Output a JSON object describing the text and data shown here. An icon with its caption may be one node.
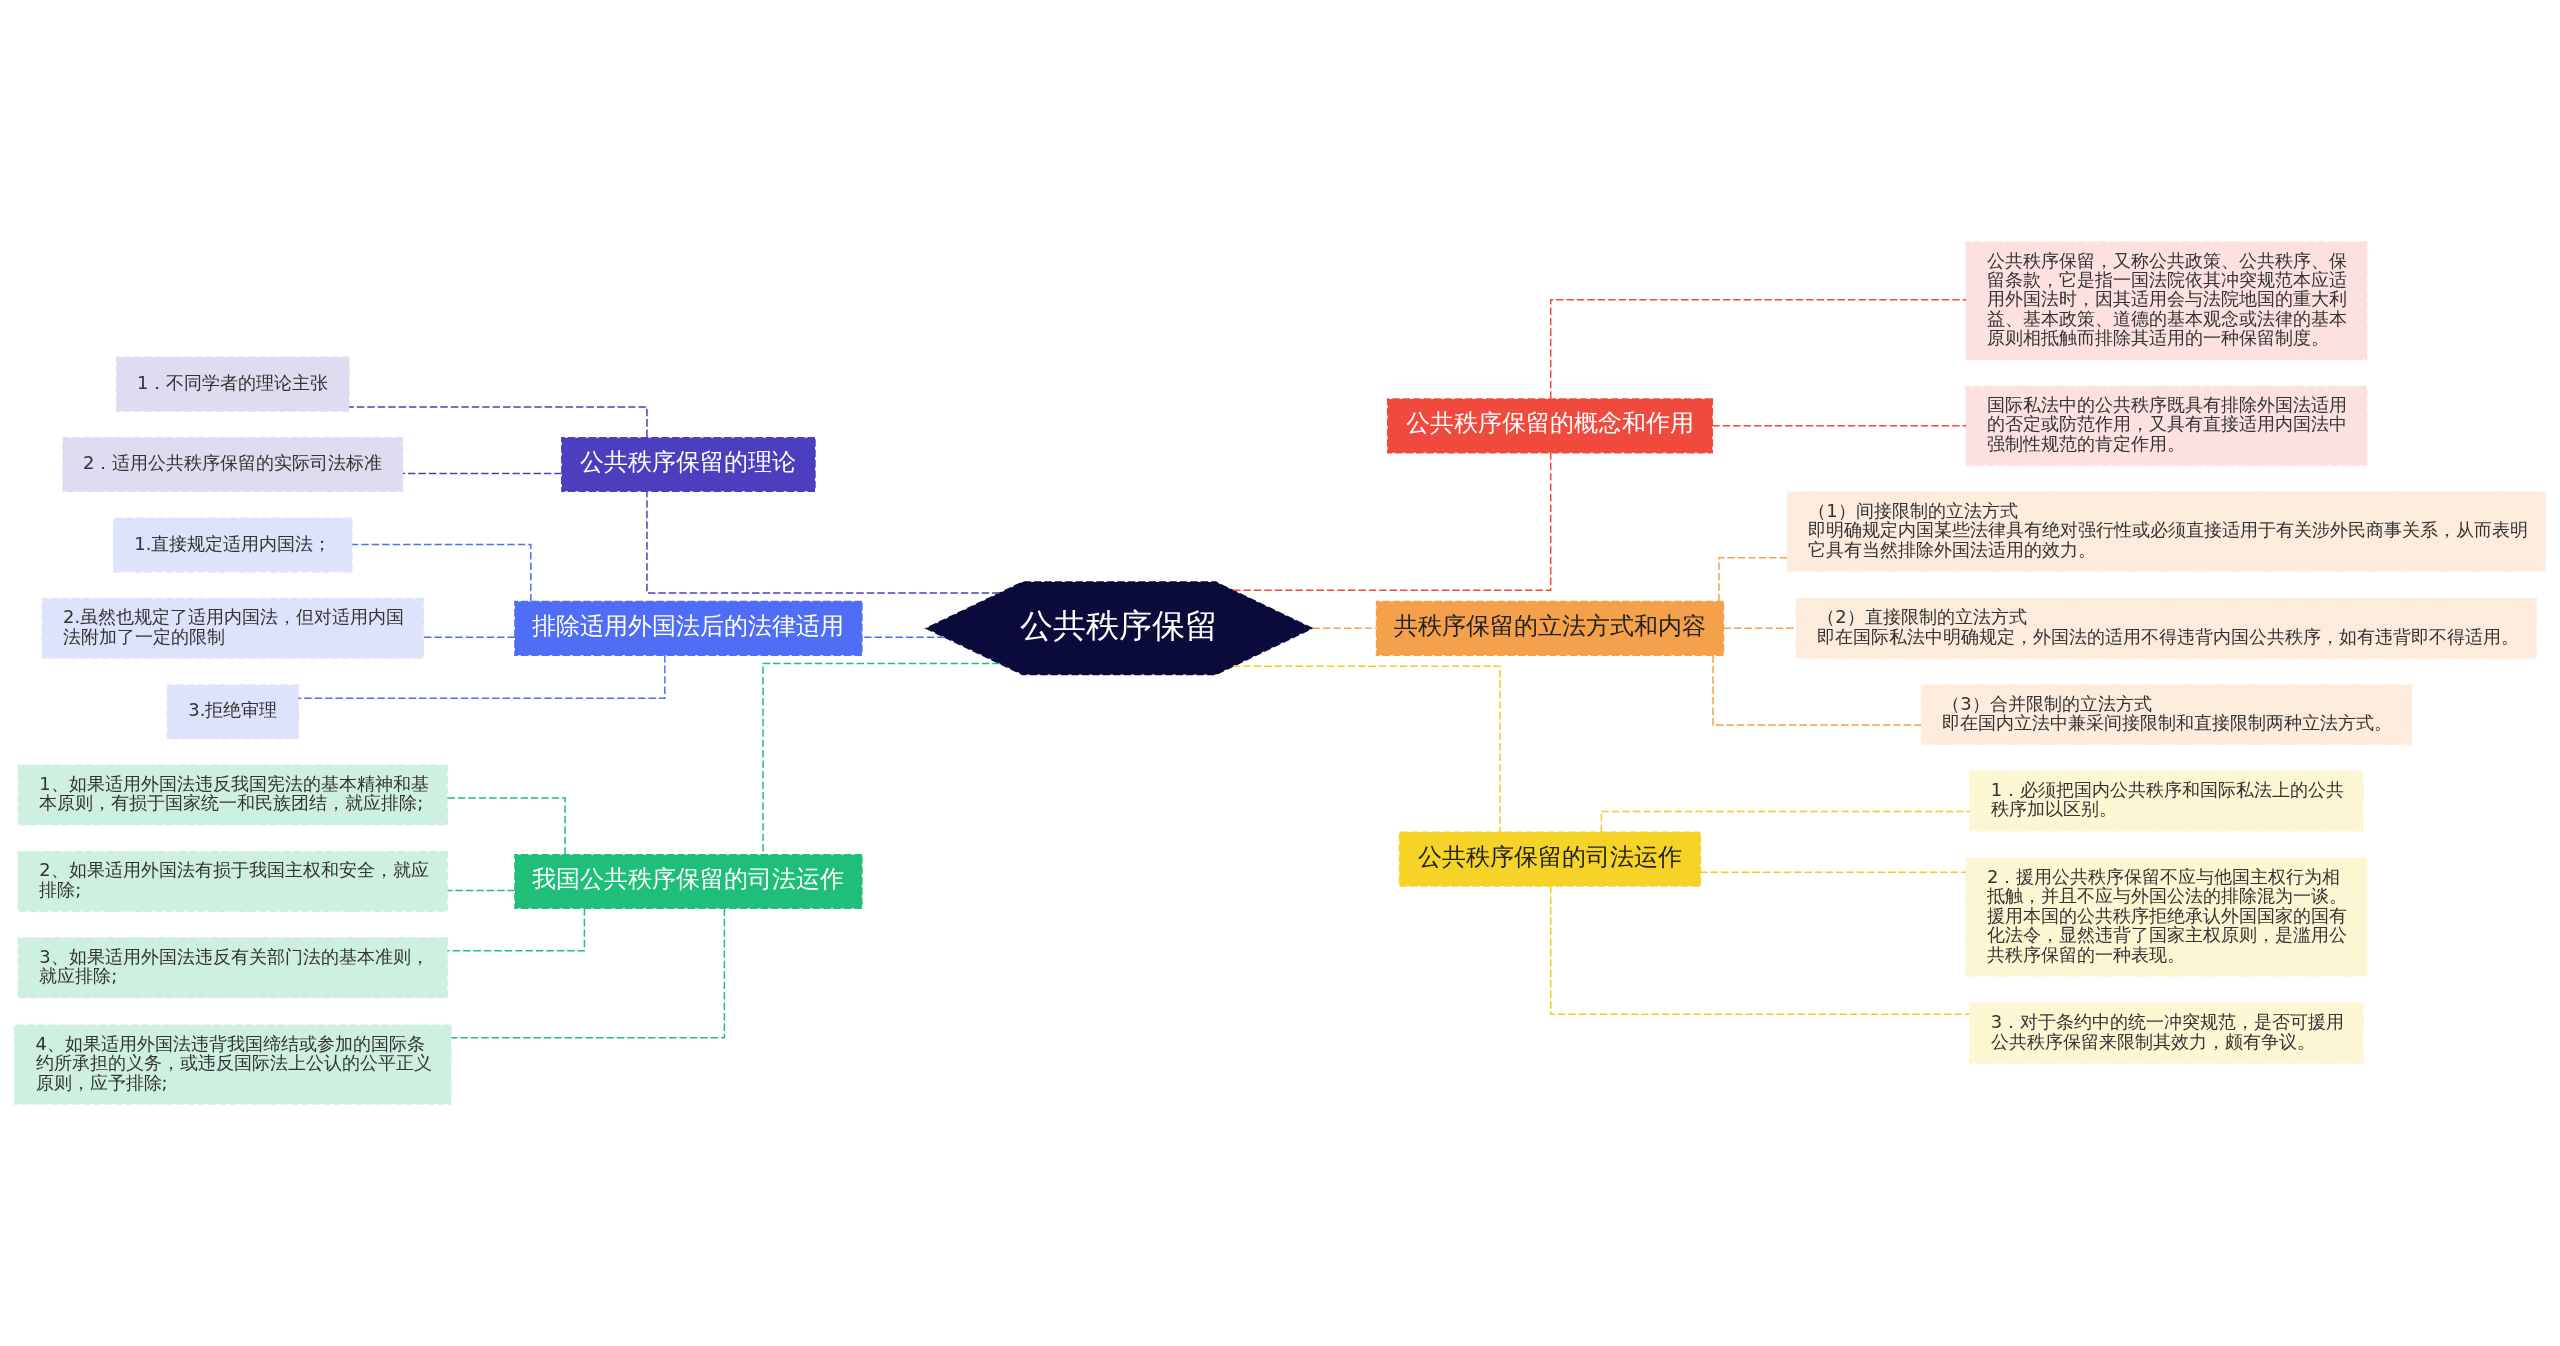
{
  "diagram": {
    "nodes": [
      {
        "text": [
          "公共秩序保留"
        ]
      },
      {
        "text": [
          "公共秩序保留的概念和作用"
        ]
      },
      {
        "text": [
          "公共秩序保留，又称公共政策、公共秩序、保留条款，它是指一国法院依其冲突规范本应适用外国法时，因其适用会与法院地国的重大利益、基本政策、道德的基本观念或法律的基本原则相抵触而排除其适用的一种保留制度。"
        ]
      },
      {
        "text": [
          "国际私法中的公共秩序既具有排除外国法适用的否定或防范作用，又具有直接适用内国法中强制性规范的肯定作用。"
        ]
      },
      {
        "text": [
          "共秩序保留的立法方式和内容"
        ]
      },
      {
        "text": [
          "（1）间接限制的立法方式",
          "即明确规定内国某些法律具有绝对强行性或必须直接适用于有关涉外民商事关系，从而表明它具有当然排除外国法适用的效力。"
        ]
      },
      {
        "text": [
          "（2）直接限制的立法方式",
          "即在国际私法中明确规定，外国法的适用不得违背内国公共秩序，如有违背即不得适用。"
        ]
      },
      {
        "text": [
          "（3）合并限制的立法方式",
          "即在国内立法中兼采间接限制和直接限制两种立法方式。"
        ]
      },
      {
        "text": [
          "公共秩序保留的司法运作"
        ]
      },
      {
        "text": [
          "1．必须把国内公共秩序和国际私法上的公共秩序加以区别。"
        ]
      },
      {
        "text": [
          "2．援用公共秩序保留不应与他国主权行为相抵触，并且不应与外国公法的排除混为一谈。援用本国的公共秩序拒绝承认外国国家的国有化法令，显然违背了国家主权原则，是滥用公共秩序保留的一种表现。"
        ]
      },
      {
        "text": [
          "3．对于条约中的统一冲突规范，是否可援用公共秩序保留来限制其效力，颇有争议。"
        ]
      },
      {
        "text": [
          "公共秩序保留的理论"
        ]
      },
      {
        "text": [
          "1．不同学者的理论主张"
        ]
      },
      {
        "text": [
          "2．适用公共秩序保留的实际司法标准"
        ]
      },
      {
        "text": [
          "排除适用外国法后的法律适用"
        ]
      },
      {
        "text": [
          "1.直接规定适用内国法；"
        ]
      },
      {
        "text": [
          "2.虽然也规定了适用内国法，但对适用内国法附加了一定的限制"
        ]
      },
      {
        "text": [
          "3.拒绝审理"
        ]
      },
      {
        "text": [
          "我国公共秩序保留的司法运作"
        ]
      },
      {
        "text": [
          "1、如果适用外国法违反我国宪法的基本精神和基本原则，有损于国家统一和民族团结，就应排除;"
        ]
      },
      {
        "text": [
          "2、如果适用外国法有损于我国主权和安全，就应排除;"
        ]
      },
      {
        "text": [
          "3、如果适用外国法违反有关部门法的基本准则，就应排除;"
        ]
      },
      {
        "text": [
          "4、如果适用外国法违背我国缔结或参加的国际条约所承担的义务，或违反国际法上公认的公平正义原则，应予排除;"
        ]
      }
    ],
    "edges": [
      {
        "from": 0,
        "to": 1,
        "arrow": "none",
        "style": "dashed",
        "color": "#f04a3e"
      },
      {
        "from": 1,
        "to": 2,
        "arrow": "none",
        "style": "dashed",
        "color": "#f04a3e"
      },
      {
        "from": 1,
        "to": 3,
        "arrow": "none",
        "style": "dashed",
        "color": "#f04a3e"
      },
      {
        "from": 0,
        "to": 4,
        "arrow": "none",
        "style": "dashed",
        "color": "#f5a04a"
      },
      {
        "from": 4,
        "to": 5,
        "arrow": "none",
        "style": "dashed",
        "color": "#f5a04a"
      },
      {
        "from": 4,
        "to": 6,
        "arrow": "none",
        "style": "dashed",
        "color": "#f5a04a"
      },
      {
        "from": 4,
        "to": 7,
        "arrow": "none",
        "style": "dashed",
        "color": "#f5a04a"
      },
      {
        "from": 0,
        "to": 8,
        "arrow": "none",
        "style": "dashed",
        "color": "#f0cc20"
      },
      {
        "from": 8,
        "to": 9,
        "arrow": "none",
        "style": "dashed",
        "color": "#f0cc20"
      },
      {
        "from": 8,
        "to": 10,
        "arrow": "none",
        "style": "dashed",
        "color": "#f0cc20"
      },
      {
        "from": 8,
        "to": 11,
        "arrow": "none",
        "style": "dashed",
        "color": "#f0cc20"
      },
      {
        "from": 0,
        "to": 12,
        "arrow": "none",
        "style": "dashed",
        "color": "#4b3fbf"
      },
      {
        "from": 12,
        "to": 13,
        "arrow": "none",
        "style": "dashed",
        "color": "#4b3fbf"
      },
      {
        "from": 12,
        "to": 14,
        "arrow": "none",
        "style": "dashed",
        "color": "#4b3fbf"
      },
      {
        "from": 0,
        "to": 15,
        "arrow": "none",
        "style": "dashed",
        "color": "#4f6ef5"
      },
      {
        "from": 15,
        "to": 16,
        "arrow": "none",
        "style": "dashed",
        "color": "#4f6ef5"
      },
      {
        "from": 15,
        "to": 17,
        "arrow": "none",
        "style": "dashed",
        "color": "#4f6ef5"
      },
      {
        "from": 15,
        "to": 18,
        "arrow": "none",
        "style": "dashed",
        "color": "#4f6ef5"
      },
      {
        "from": 0,
        "to": 19,
        "arrow": "none",
        "style": "dashed",
        "color": "#1fbf7a"
      },
      {
        "from": 19,
        "to": 20,
        "arrow": "none",
        "style": "dashed",
        "color": "#1fbf7a"
      },
      {
        "from": 19,
        "to": 21,
        "arrow": "none",
        "style": "dashed",
        "color": "#1fbf7a"
      },
      {
        "from": 19,
        "to": 22,
        "arrow": "none",
        "style": "dashed",
        "color": "#1fbf7a"
      },
      {
        "from": 19,
        "to": 23,
        "arrow": "none",
        "style": "dashed",
        "color": "#1fbf7a"
      }
    ]
  }
}
